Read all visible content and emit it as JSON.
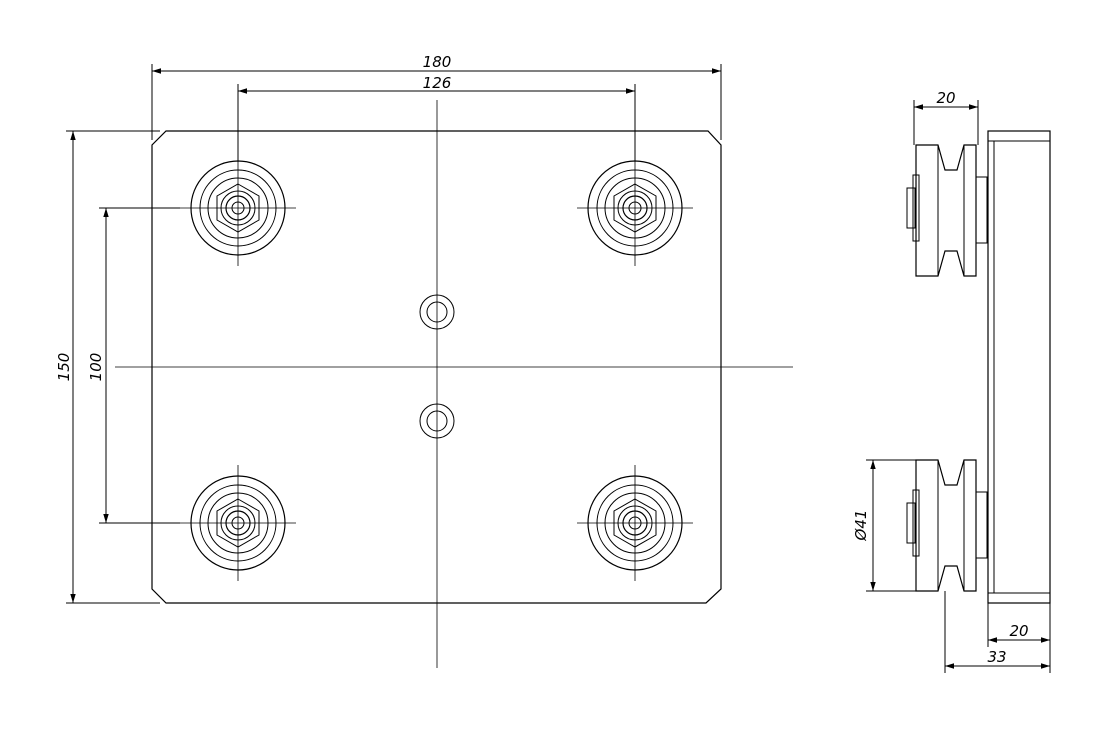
{
  "drawing": {
    "front_view": {
      "width_dim": "180",
      "wheel_spacing_x_dim": "126",
      "height_dim": "150",
      "wheel_spacing_y_dim": "100"
    },
    "side_view": {
      "wheel_width_dim": "20",
      "wheel_diameter_dim": "Ø41",
      "plate_thickness_dim": "20",
      "overall_depth_dim": "33"
    }
  }
}
